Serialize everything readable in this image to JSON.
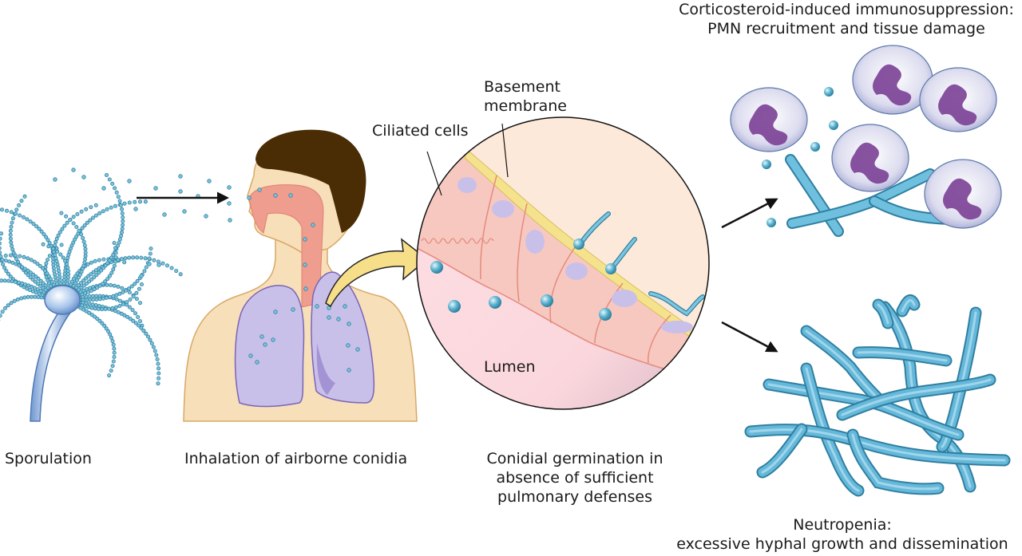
{
  "title_top": {
    "line1": "Corticosteroid-induced immunosuppression:",
    "line2": "PMN recruitment and tissue damage"
  },
  "stages": [
    {
      "id": "sporulation",
      "label": "Sporulation"
    },
    {
      "id": "inhalation",
      "label": "Inhalation of airborne conidia"
    },
    {
      "id": "germination",
      "line1": "Conidial germination in",
      "line2": "absence of sufficient",
      "line3": "pulmonary defenses"
    },
    {
      "id": "neutropenia",
      "line1": "Neutropenia:",
      "line2": "excessive hyphal growth and dissemination"
    }
  ],
  "inset_labels": {
    "ciliated_cells": "Ciliated cells",
    "basement_membrane_1": "Basement",
    "basement_membrane_2": "membrane",
    "lumen": "Lumen"
  },
  "colors": {
    "conidia": "#5bb3cf",
    "conidiophore": "#8fb2df",
    "skin": "#f6dfb9",
    "hair": "#4a2c05",
    "airway": "#ef9d8f",
    "lung": "#c9c0ea",
    "lung_outline": "#7a64b8",
    "inset_tissue": "#f7c8c0",
    "inset_lumen": "#fbd8dd",
    "inset_outer": "#fde9d9",
    "basement": "#f5e28c",
    "hyphae": "#5fb3d6",
    "pmn_cell": "#d8d8ec",
    "pmn_nucleus": "#7a3f93",
    "curved_arrow": "#f7df8a"
  }
}
